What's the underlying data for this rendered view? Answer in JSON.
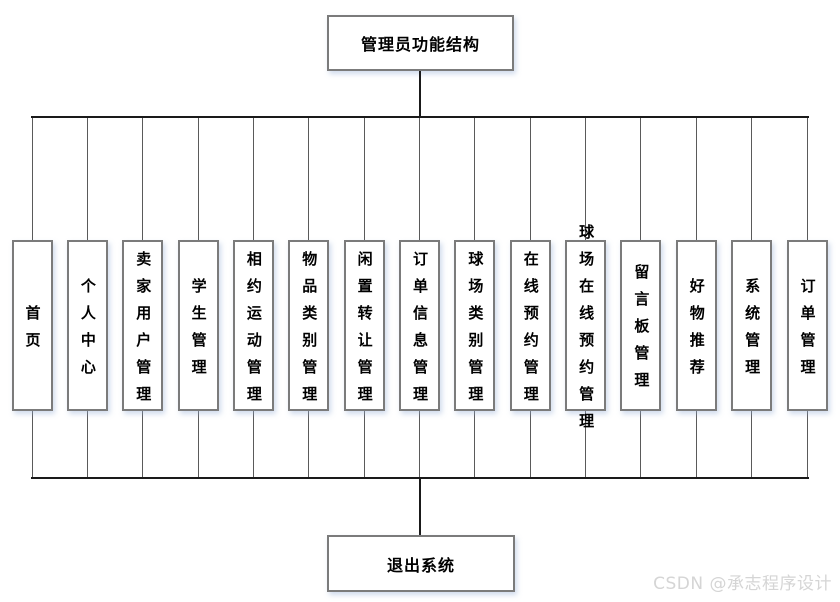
{
  "diagram": {
    "root": {
      "label": "管理员功能结构"
    },
    "columns": [
      {
        "label": "首页"
      },
      {
        "label": "个人中心"
      },
      {
        "label": "卖家用户管理"
      },
      {
        "label": "学生管理"
      },
      {
        "label": "相约运动管理"
      },
      {
        "label": "物品类别管理"
      },
      {
        "label": "闲置转让管理"
      },
      {
        "label": "订单信息管理"
      },
      {
        "label": "球场类别管理"
      },
      {
        "label": "在线预约管理"
      },
      {
        "label": "球场在线预约管理"
      },
      {
        "label": "留言板管理"
      },
      {
        "label": "好物推荐"
      },
      {
        "label": "系统管理"
      },
      {
        "label": "订单管理"
      }
    ],
    "exit": {
      "label": "退出系统"
    }
  },
  "watermark": {
    "text": "CSDN @承志程序设计"
  },
  "colors": {
    "background": "#ffffff",
    "text": "#000000",
    "main_line": "#1a1a1a",
    "branch_line": "#5a5a5a",
    "box_border": "#7b7b7b",
    "watermark": "#d5d5d5"
  }
}
